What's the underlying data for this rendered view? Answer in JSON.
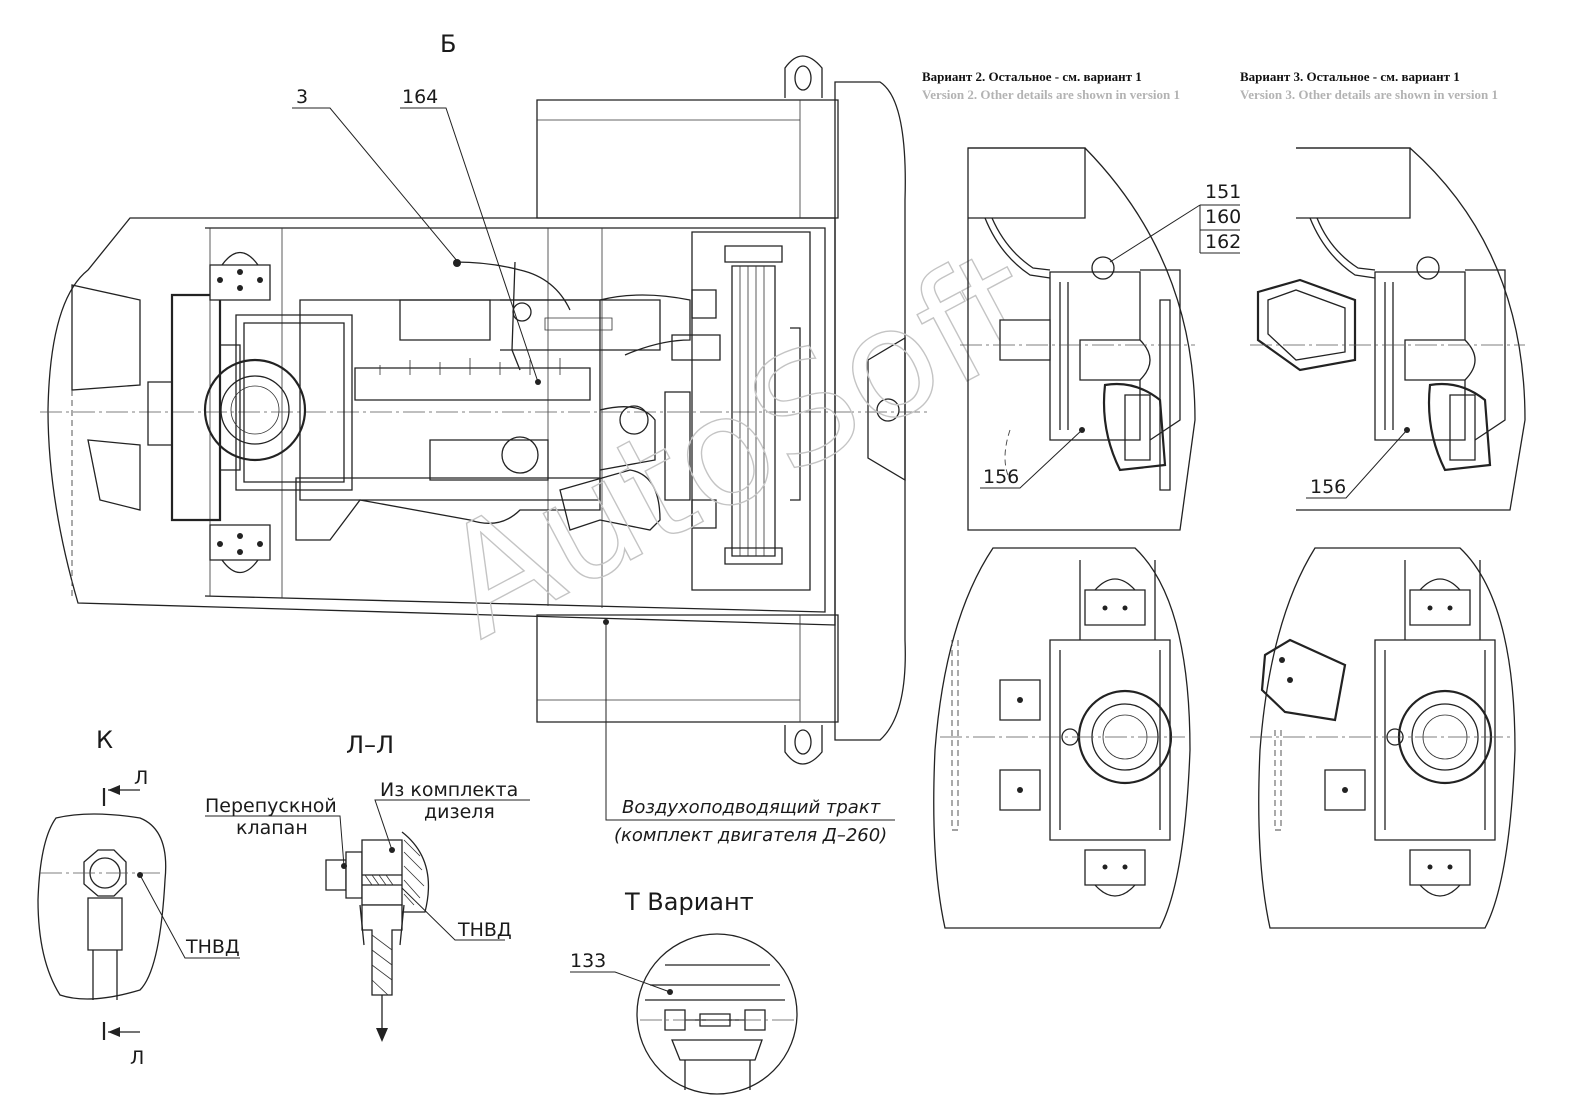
{
  "views": {
    "view_b": "Б",
    "view_k": "К",
    "view_ll": "Л–Л",
    "section_mark": "Л",
    "view_t": "Т Вариант"
  },
  "callouts": {
    "c3": "3",
    "c164": "164",
    "c151": "151",
    "c160": "160",
    "c162": "162",
    "c156a": "156",
    "c156b": "156",
    "c133": "133"
  },
  "notes": {
    "bypass_1": "Перепускной",
    "bypass_2": "клапан",
    "kit_1": "Из комплекта",
    "kit_2": "дизеля",
    "tnvd_a": "ТНВД",
    "tnvd_b": "ТНВД",
    "air_1": "Воздухоподводящий тракт",
    "air_2": "(комплект двигателя Д–260)"
  },
  "variants": {
    "v2_ru": "Вариант 2. Остальное - см. вариант 1",
    "v2_en": "Version 2. Other details are shown in version 1",
    "v3_ru": "Вариант 3. Остальное - см. вариант 1",
    "v3_en": "Version 3. Other details are shown in version 1"
  },
  "watermark": "AutoSoft"
}
